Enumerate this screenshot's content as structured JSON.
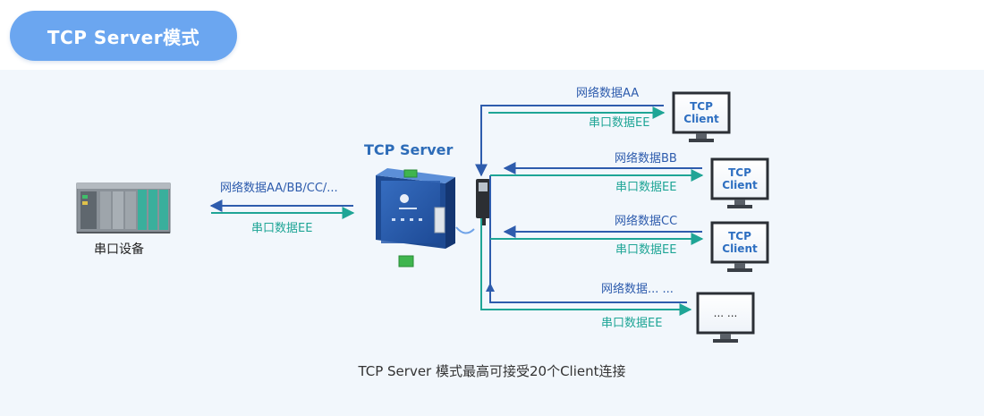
{
  "header": {
    "title": "TCP Server模式"
  },
  "serial_device": {
    "label": "串口设备"
  },
  "server": {
    "label": "TCP Server"
  },
  "left_link": {
    "network_label": "网络数据AA/BB/CC/...",
    "serial_label": "串口数据EE"
  },
  "clients": [
    {
      "screen_lines": [
        "TCP",
        "Client"
      ],
      "network_label": "网络数据AA",
      "serial_label": "串口数据EE"
    },
    {
      "screen_lines": [
        "TCP",
        "Client"
      ],
      "network_label": "网络数据BB",
      "serial_label": "串口数据EE"
    },
    {
      "screen_lines": [
        "TCP",
        "Client"
      ],
      "network_label": "网络数据CC",
      "serial_label": "串口数据EE"
    },
    {
      "screen_lines": [
        "... ...",
        ""
      ],
      "network_label": "网络数据... ...",
      "serial_label": "串口数据EE"
    }
  ],
  "caption": "TCP Server 模式最高可接受20个Client连接",
  "colors": {
    "network_blue": "#2e5cad",
    "serial_teal": "#1fa596",
    "pill_blue": "#6ba6f0",
    "panel_bg": "#f2f7fc"
  }
}
